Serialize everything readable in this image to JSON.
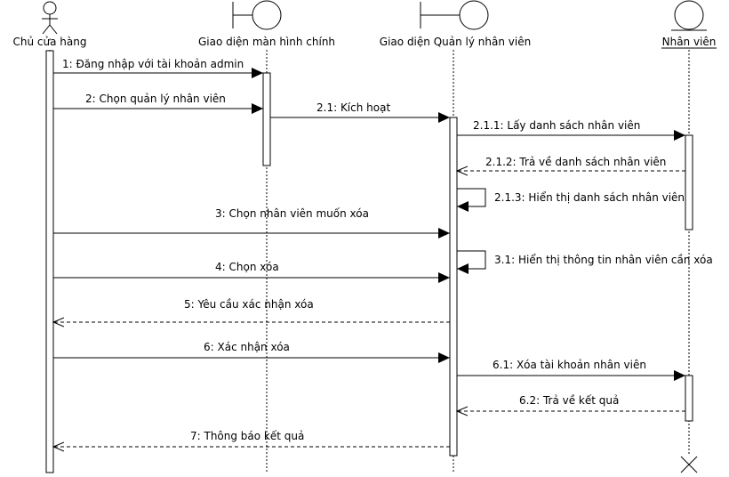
{
  "diagram": {
    "type": "sequence",
    "participants": [
      {
        "id": "owner",
        "name": "Chủ cửa hàng",
        "kind": "actor"
      },
      {
        "id": "main_ui",
        "name": "Giao diện màn hình chính",
        "kind": "boundary"
      },
      {
        "id": "staff_ui",
        "name": "Giao diện Quản lý nhân viên",
        "kind": "boundary"
      },
      {
        "id": "staff",
        "name": "Nhân viên",
        "kind": "entity"
      }
    ],
    "messages": [
      {
        "label": "1: Đăng nhập với tài khoản admin",
        "from": "owner",
        "to": "main_ui",
        "style": "sync"
      },
      {
        "label": "2: Chọn quản lý nhân viên",
        "from": "owner",
        "to": "main_ui",
        "style": "sync"
      },
      {
        "label": "2.1: Kích hoạt",
        "from": "main_ui",
        "to": "staff_ui",
        "style": "sync"
      },
      {
        "label": "2.1.1: Lấy danh sách nhân viên",
        "from": "staff_ui",
        "to": "staff",
        "style": "sync"
      },
      {
        "label": "2.1.2: Trả về danh sách nhân viên",
        "from": "staff",
        "to": "staff_ui",
        "style": "return"
      },
      {
        "label": "2.1.3: Hiển thị danh sách nhân viên",
        "from": "staff_ui",
        "to": "staff_ui",
        "style": "self"
      },
      {
        "label": "3: Chọn nhân viên muốn xóa",
        "from": "owner",
        "to": "staff_ui",
        "style": "sync"
      },
      {
        "label": "3.1: Hiển thị thông tin nhân viên cần xóa",
        "from": "staff_ui",
        "to": "staff_ui",
        "style": "self"
      },
      {
        "label": "4: Chọn xóa",
        "from": "owner",
        "to": "staff_ui",
        "style": "sync"
      },
      {
        "label": "5: Yêu cầu xác nhận xóa",
        "from": "staff_ui",
        "to": "owner",
        "style": "return"
      },
      {
        "label": "6: Xác nhận xóa",
        "from": "owner",
        "to": "staff_ui",
        "style": "sync"
      },
      {
        "label": "6.1: Xóa tài khoản nhân viên",
        "from": "staff_ui",
        "to": "staff",
        "style": "sync"
      },
      {
        "label": "6.2: Trả về kết quả",
        "from": "staff",
        "to": "staff_ui",
        "style": "return"
      },
      {
        "label": "7: Thông báo kết quả",
        "from": "staff_ui",
        "to": "owner",
        "style": "return"
      }
    ],
    "destroyed": [
      "staff"
    ]
  }
}
